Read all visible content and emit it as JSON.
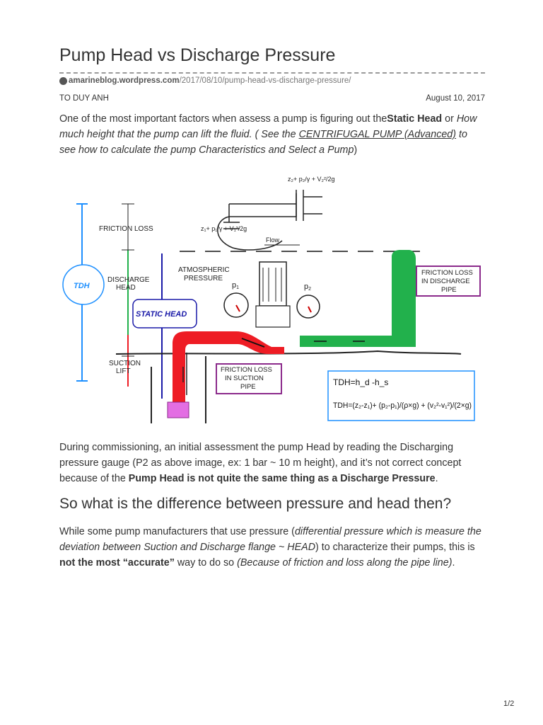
{
  "article": {
    "title": "Pump Head vs Discharge Pressure",
    "source_domain": "amarineblog.wordpress.com",
    "source_path": "/2017/08/10/pump-head-vs-discharge-pressure/",
    "author": "TO DUY ANH",
    "date": "August 10, 2017"
  },
  "intro": {
    "t1": "One of the most important factors when assess a pump is figuring out the",
    "b1": "Static Head",
    "t2": " or ",
    "i1": "How much height that the pump can lift the fluid. ( See the ",
    "link": "CENTRIFUGAL PUMP (Advanced)",
    "i2": " to see how to calculate the pump Characteristics and Select a Pump",
    "t3": ")"
  },
  "diagram": {
    "friction_loss": "FRICTION LOSS",
    "discharge_head_1": "DISCHARGE",
    "discharge_head_2": "HEAD",
    "tdh": "TDH",
    "suction_lift_1": "SUCTION",
    "suction_lift_2": "LIFT",
    "static_head": "STATIC HEAD",
    "atm_1": "ATMOSPHERIC",
    "atm_2": "PRESSURE",
    "p1": "p",
    "p1_sub": "1",
    "p2": "p",
    "p2_sub": "2",
    "flow": "Flow",
    "fl_discharge_1": "FRICTION LOSS",
    "fl_discharge_2": "IN DISCHARGE",
    "fl_discharge_3": "PIPE",
    "fl_suction_1": "FRICTION LOSS",
    "fl_suction_2": "IN SUCTION",
    "fl_suction_3": "PIPE",
    "eq_top": "z₂+ p₂/γ + V₂²/2g",
    "eq_bottom": "z₁+ p₁/γ + V₁²/2g",
    "tdh_eq1": "TDH=h_d -h_s",
    "tdh_eq2": "TDH=(z₂-z₁)+ (p₂-p₁)/(ρ×g) + (v₂²-v₁²)/(2×g)"
  },
  "para2": {
    "t1": "During commissioning, an initial assessment the pump Head by reading the Discharging pressure gauge (P2 as above image, ex: 1 bar ~ 10 m height), and it’s not correct concept because of the ",
    "b1": "Pump Head is not quite the same thing as a Discharge Pressure",
    "t2": "."
  },
  "section": {
    "heading": "So what is the difference between pressure and head then?"
  },
  "para3": {
    "t1": "While some pump manufacturers that use pressure (",
    "i1": "differential pressure which is measure the deviation between Suction and Discharge flange ~ HEAD",
    "t2": ") to characterize their pumps, this is ",
    "b1": "not the most “accurate”",
    "t3": " way to do so ",
    "i2": "(Because of friction and loss along the pipe line)",
    "t4": "."
  },
  "page": "1/2",
  "colors": {
    "suction_pipe": "#ee1c24",
    "discharge_pipe": "#22b14c",
    "tdh_line": "#1e90ff",
    "static_head": "#1a1aa8",
    "frame_purple": "#8b2a8b"
  }
}
